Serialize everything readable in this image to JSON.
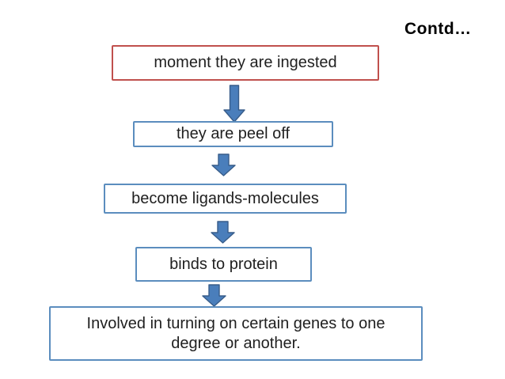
{
  "slide": {
    "title": "Contd…",
    "flowchart": {
      "steps": [
        {
          "label": "moment they are ingested",
          "border": "red"
        },
        {
          "label": "they are peel off",
          "border": "blue"
        },
        {
          "label": "become ligands-molecules",
          "border": "blue"
        },
        {
          "label": "binds to protein",
          "border": "blue"
        },
        {
          "label": "Involved in turning on certain genes to one degree or another.",
          "border": "blue"
        }
      ],
      "connector_icon": "down-arrow-icon"
    },
    "colors": {
      "background": "#FFFFFF",
      "title_text": "#000000",
      "box_text": "#1F1F1F",
      "box_border_red": "#C0504D",
      "box_border_blue": "#5B8DBE",
      "arrow_fill": "#4A7EBB",
      "arrow_outline": "#385D8A"
    }
  }
}
